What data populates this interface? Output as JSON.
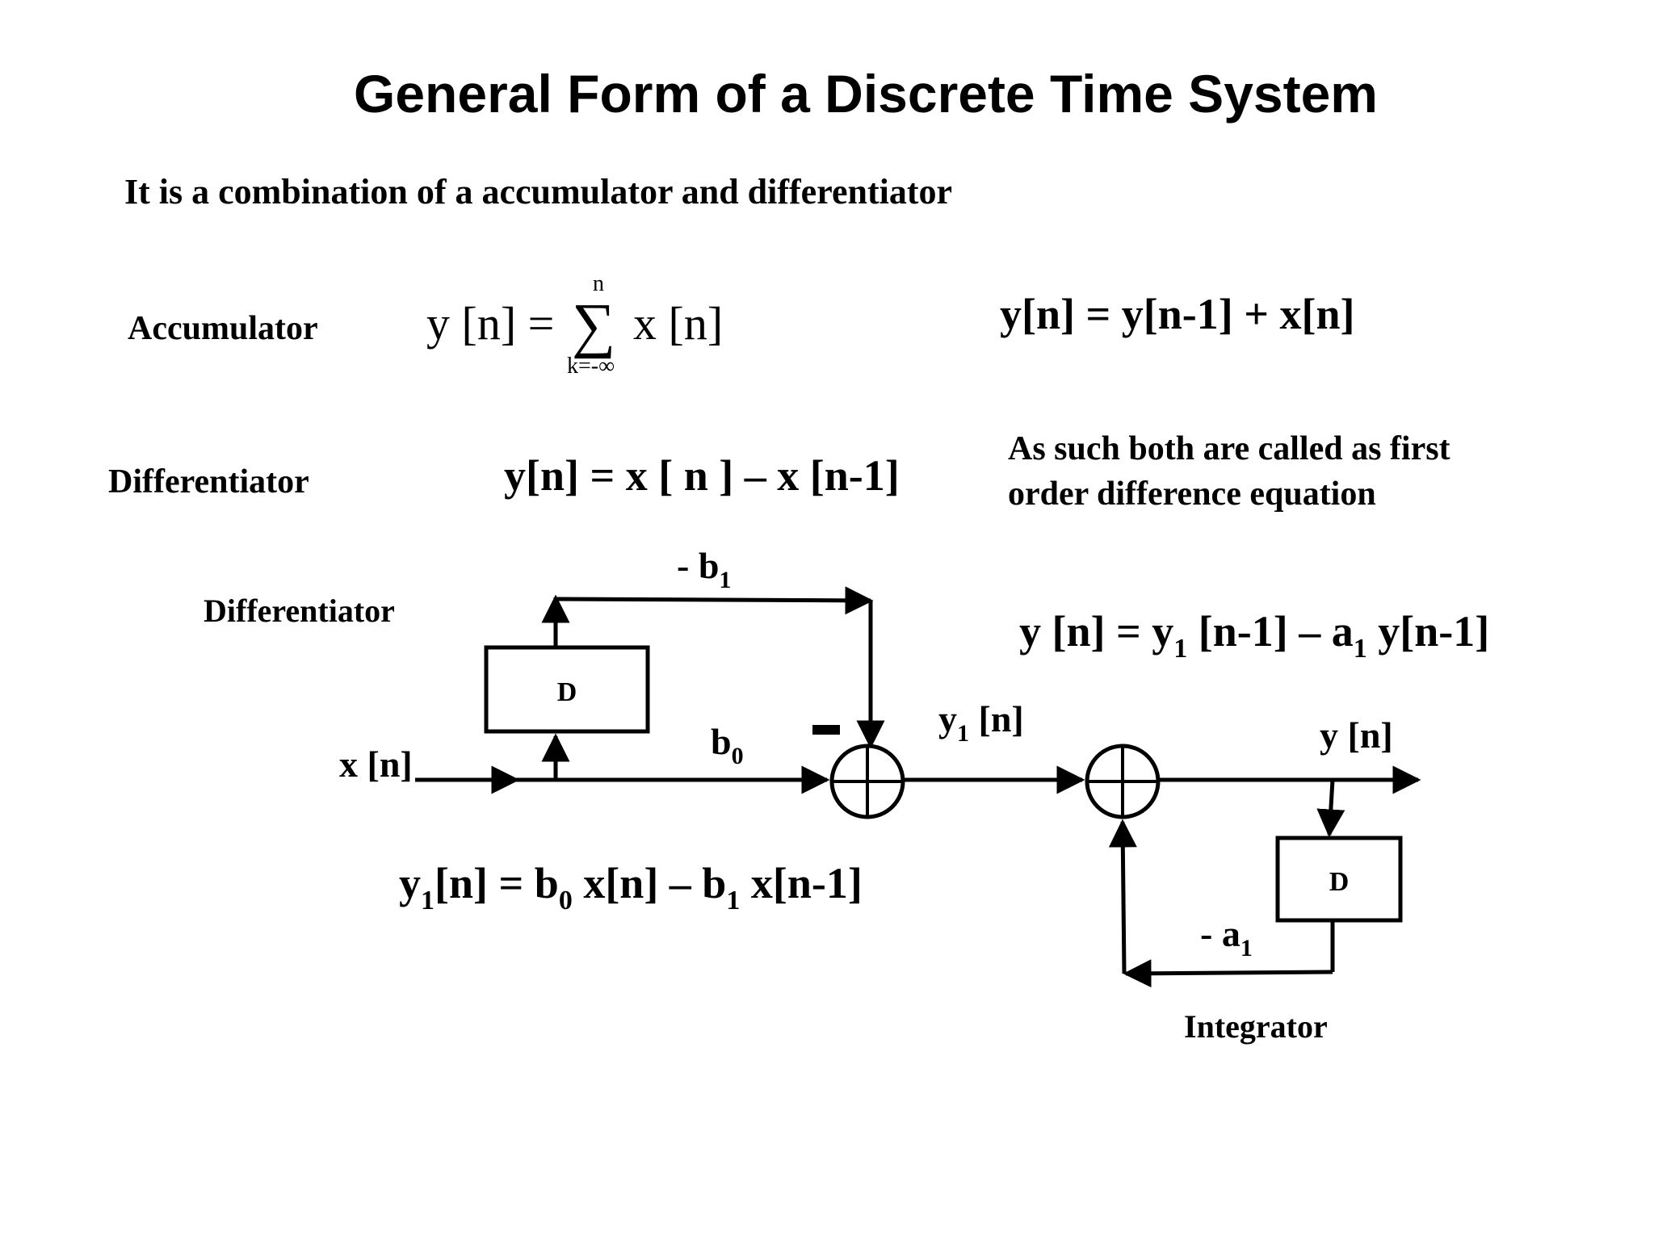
{
  "title": "General Form of a Discrete Time System",
  "subtitle": "It is a combination of a accumulator  and differentiator",
  "accumulator": {
    "label": "Accumulator",
    "sum_lhs": "y [n] =",
    "sum_symbol": "∑",
    "sum_upper": "n",
    "sum_lower": "k=-∞",
    "sum_rhs": "x [n]",
    "recursive": "y[n] = y[n-1] + x[n]"
  },
  "differentiator": {
    "label": "Differentiator",
    "equation": "y[n] = x [ n ] – x [n-1]"
  },
  "note": {
    "line1": "As such both are called as first",
    "line2": "order difference equation"
  },
  "diagram": {
    "diff_label": "Differentiator",
    "integrator_label": "Integrator",
    "delay_block_1": "D",
    "delay_block_2": "D",
    "input": "x [n]",
    "gain_b0": "b",
    "gain_b0_sub": "0",
    "gain_b1": "- b",
    "gain_b1_sub": "1",
    "minus_sign": "-",
    "y1_label": "y",
    "y1_sub": "1",
    "y1_rest": " [n]",
    "output": "y [n]",
    "gain_a1": "- a",
    "gain_a1_sub": "1",
    "eq_y1": {
      "p1": "y",
      "s1": "1",
      "p2": "[n]  = b",
      "s2": "0",
      "p3": " x[n] – b",
      "s3": "1",
      "p4": " x[n-1]"
    },
    "eq_y": {
      "p1": "y [n]  = y",
      "s1": "1",
      "p2": " [n-1] – a",
      "s2": "1",
      "p3": " y[n-1]"
    }
  }
}
